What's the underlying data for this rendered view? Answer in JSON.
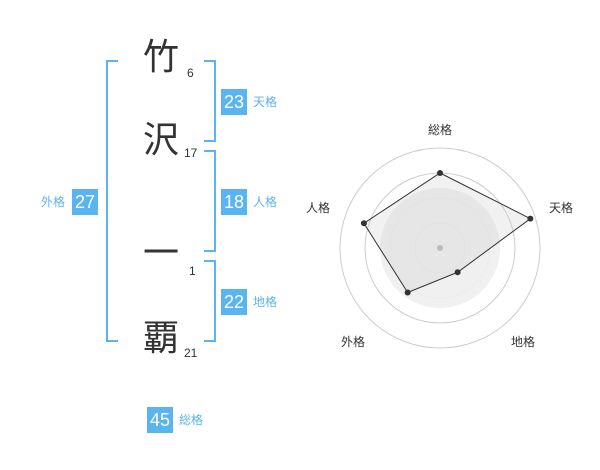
{
  "name": {
    "chars": [
      {
        "char": "竹",
        "strokes": "6"
      },
      {
        "char": "沢",
        "strokes": "17"
      },
      {
        "char": "一",
        "strokes": "1"
      },
      {
        "char": "覇",
        "strokes": "21"
      }
    ]
  },
  "kaku": {
    "tenkaku": {
      "value": "23",
      "label": "天格"
    },
    "jinkaku": {
      "value": "18",
      "label": "人格"
    },
    "chikaku": {
      "value": "22",
      "label": "地格"
    },
    "gaikaku": {
      "value": "27",
      "label": "外格"
    },
    "soukaku": {
      "value": "45",
      "label": "総格"
    }
  },
  "chart_data": {
    "type": "radar",
    "axes": [
      "総格",
      "天格",
      "地格",
      "外格",
      "人格"
    ],
    "values": [
      0.75,
      0.95,
      0.3,
      0.55,
      0.8
    ],
    "max": 1,
    "rings": 4,
    "grid": true,
    "colors": {
      "fill": "#eeeeee",
      "line": "#333333",
      "grid": "#cccccc",
      "center": "#bbbbbb"
    }
  },
  "colors": {
    "accent": "#5ab4f0",
    "text": "#333333"
  }
}
